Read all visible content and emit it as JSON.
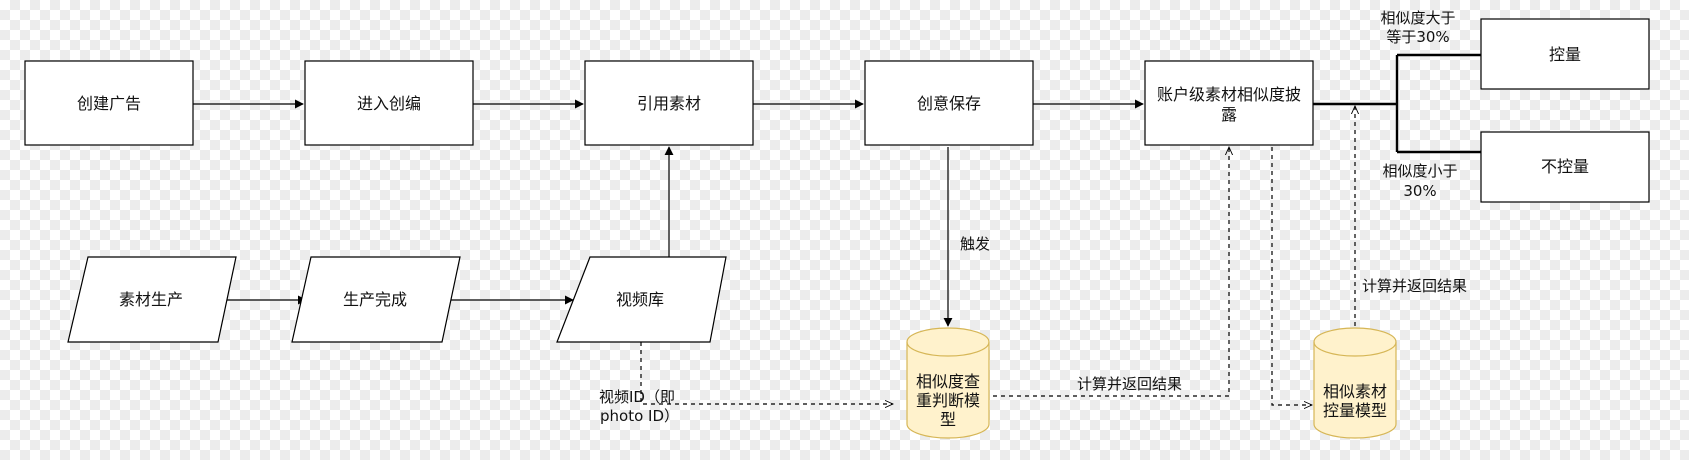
{
  "nodes": {
    "create_ad": "创建广告",
    "enter_edit": "进入创编",
    "reference_material": "引用素材",
    "creative_save": "创意保存",
    "account_similarity_line1": "账户级素材相似度披",
    "account_similarity_line2": "露",
    "control_volume": "控量",
    "no_control_volume": "不控量",
    "material_production": "素材生产",
    "production_done": "生产完成",
    "video_library": "视频库",
    "dedup_model_line1": "相似度查",
    "dedup_model_line2": "重判断模",
    "dedup_model_line3": "型",
    "control_model_line1": "相似素材",
    "control_model_line2": "控量模型"
  },
  "edge_labels": {
    "ge30_line1": "相似度大于",
    "ge30_line2": "等于30%",
    "lt30_line1": "相似度小于",
    "lt30_line2": "30%",
    "trigger": "触发",
    "video_id_line1": "视频ID（即",
    "video_id_line2": "photo ID）",
    "compute_return_1": "计算并返回结果",
    "compute_return_2": "计算并返回结果"
  },
  "colors": {
    "stroke": "#000000",
    "node_fill": "#ffffff",
    "db_fill": "#fff2cc",
    "db_stroke": "#d6b656"
  }
}
